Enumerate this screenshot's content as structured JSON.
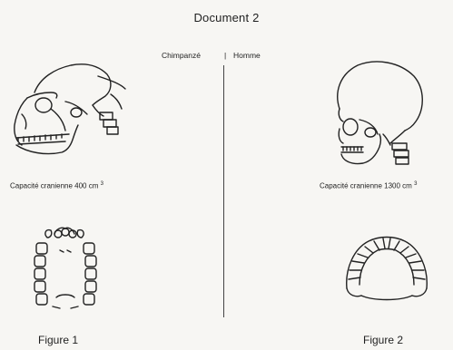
{
  "document": {
    "title": "Document 2"
  },
  "columns": {
    "left": "Chimpanzé",
    "separator": "|",
    "right": "Homme"
  },
  "figure1": {
    "capacity_label": "Capacité cranienne 400 cm",
    "capacity_exponent": "3",
    "caption": "Figure 1"
  },
  "figure2": {
    "capacity_label": "Capacité cranienne 1300 cm",
    "capacity_exponent": "3",
    "caption": "Figure 2"
  }
}
